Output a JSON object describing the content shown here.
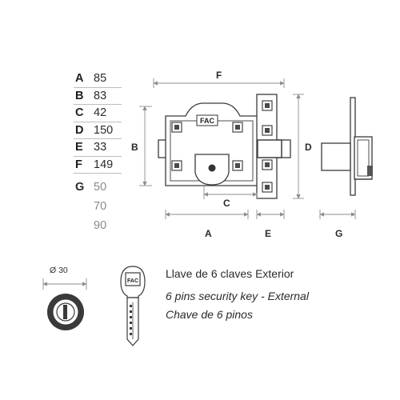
{
  "dimensions": [
    {
      "letter": "A",
      "value": "85"
    },
    {
      "letter": "B",
      "value": "83"
    },
    {
      "letter": "C",
      "value": "42"
    },
    {
      "letter": "D",
      "value": "150"
    },
    {
      "letter": "E",
      "value": "33"
    },
    {
      "letter": "F",
      "value": "149"
    }
  ],
  "g_option": {
    "letter": "G",
    "values": [
      "50",
      "70",
      "90"
    ]
  },
  "drawing_labels": {
    "a": "A",
    "b": "B",
    "c": "C",
    "d": "D",
    "e": "E",
    "f": "F",
    "g": "G"
  },
  "brand_mark": "FAC",
  "cylinder_diameter": "Ø 30",
  "key_description": [
    "Llave de 6 claves Exterior",
    "6 pins security key - External",
    "Chave de 6 pinos"
  ],
  "colors": {
    "outline": "#3a3a3a",
    "dimension_line": "#8c8c8c",
    "muted_text": "#8a8a8a"
  }
}
